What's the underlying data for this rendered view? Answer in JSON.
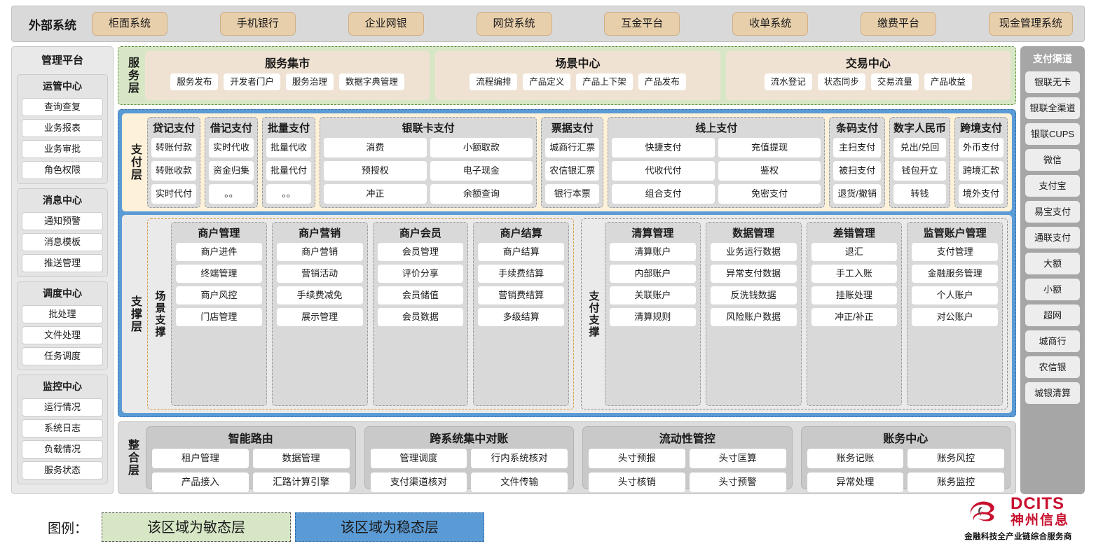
{
  "external": {
    "title": "外部系统",
    "items": [
      "柜面系统",
      "手机银行",
      "企业网银",
      "网贷系统",
      "互金平台",
      "收单系统",
      "缴费平台",
      "现金管理系统"
    ]
  },
  "management": {
    "title": "管理平台",
    "groups": [
      {
        "title": "运管中心",
        "items": [
          "查询查复",
          "业务报表",
          "业务审批",
          "角色权限"
        ]
      },
      {
        "title": "消息中心",
        "items": [
          "通知预警",
          "消息模板",
          "推送管理"
        ]
      },
      {
        "title": "调度中心",
        "items": [
          "批处理",
          "文件处理",
          "任务调度"
        ]
      },
      {
        "title": "监控中心",
        "items": [
          "运行情况",
          "系统日志",
          "负载情况",
          "服务状态"
        ]
      }
    ]
  },
  "service_layer": {
    "label": "服务层",
    "cards": [
      {
        "title": "服务集市",
        "items": [
          "服务发布",
          "开发者门户",
          "服务治理",
          "数据字典管理"
        ]
      },
      {
        "title": "场景中心",
        "items": [
          "流程编排",
          "产品定义",
          "产品上下架",
          "产品发布"
        ]
      },
      {
        "title": "交易中心",
        "items": [
          "流水登记",
          "状态同步",
          "交易流量",
          "产品收益"
        ]
      }
    ]
  },
  "payment_layer": {
    "label": "支付层",
    "columns": [
      {
        "title": "贷记支付",
        "cols": 1,
        "items": [
          "转账付款",
          "转账收款",
          "实时代付"
        ]
      },
      {
        "title": "借记支付",
        "cols": 1,
        "items": [
          "实时代收",
          "资金归集",
          "。。"
        ]
      },
      {
        "title": "批量支付",
        "cols": 1,
        "items": [
          "批量代收",
          "批量代付",
          "。。"
        ]
      },
      {
        "title": "银联卡支付",
        "cols": 2,
        "items": [
          "消费",
          "小额取款",
          "预授权",
          "电子现金",
          "冲正",
          "余额查询"
        ]
      },
      {
        "title": "票据支付",
        "cols": 1,
        "items": [
          "城商行汇票",
          "农信银汇票",
          "银行本票"
        ]
      },
      {
        "title": "线上支付",
        "cols": 2,
        "items": [
          "快捷支付",
          "充值提现",
          "代收代付",
          "鉴权",
          "组合支付",
          "免密支付"
        ]
      },
      {
        "title": "条码支付",
        "cols": 1,
        "items": [
          "主扫支付",
          "被扫支付",
          "退货/撤销"
        ]
      },
      {
        "title": "数字人民币",
        "cols": 1,
        "items": [
          "兑出/兑回",
          "钱包开立",
          "转钱"
        ]
      },
      {
        "title": "跨境支付",
        "cols": 1,
        "items": [
          "外币支付",
          "跨境汇款",
          "境外支付"
        ]
      }
    ]
  },
  "support_layer": {
    "label": "支撑层",
    "groups": [
      {
        "label": "场景支撑",
        "columns": [
          {
            "title": "商户管理",
            "items": [
              "商户进件",
              "终端管理",
              "商户风控",
              "门店管理"
            ]
          },
          {
            "title": "商户营销",
            "items": [
              "商户营销",
              "营销活动",
              "手续费减免",
              "展示管理"
            ]
          },
          {
            "title": "商户会员",
            "items": [
              "会员管理",
              "评价分享",
              "会员储值",
              "会员数据"
            ]
          },
          {
            "title": "商户结算",
            "items": [
              "商户结算",
              "手续费结算",
              "营销费结算",
              "多级结算"
            ]
          }
        ]
      },
      {
        "label": "支付支撑",
        "columns": [
          {
            "title": "清算管理",
            "items": [
              "清算账户",
              "内部账户",
              "关联账户",
              "清算规则"
            ]
          },
          {
            "title": "数据管理",
            "items": [
              "业务运行数据",
              "异常支付数据",
              "反洗钱数据",
              "风险账户数据"
            ]
          },
          {
            "title": "差错管理",
            "items": [
              "退汇",
              "手工入账",
              "挂账处理",
              "冲正/补正"
            ]
          },
          {
            "title": "监管账户管理",
            "items": [
              "支付管理",
              "金融服务管理",
              "个人账户",
              "对公账户"
            ]
          }
        ]
      }
    ]
  },
  "integration_layer": {
    "label": "整合层",
    "cards": [
      {
        "title": "智能路由",
        "items": [
          "租户管理",
          "数据管理",
          "产品接入",
          "汇路计算引擎"
        ]
      },
      {
        "title": "跨系统集中对账",
        "items": [
          "管理调度",
          "行内系统核对",
          "支付渠道核对",
          "文件传输"
        ]
      },
      {
        "title": "流动性管控",
        "items": [
          "头寸预报",
          "头寸匡算",
          "头寸核销",
          "头寸预警"
        ]
      },
      {
        "title": "账务中心",
        "items": [
          "账务记账",
          "账务风控",
          "异常处理",
          "账务监控"
        ]
      }
    ]
  },
  "channels": {
    "title": "支付渠道",
    "items": [
      "银联无卡",
      "银联全渠道",
      "银联CUPS",
      "微信",
      "支付宝",
      "易宝支付",
      "通联支付",
      "大额",
      "小额",
      "超网",
      "城商行",
      "农信银",
      "城银清算"
    ]
  },
  "legend": {
    "label": "图例：",
    "agile": "该区域为敏态层",
    "stable": "该区域为稳态层"
  },
  "brand": {
    "en": "DCITS",
    "cn": "神州信息",
    "tagline": "金融科技全产业链综合服务商"
  },
  "colors": {
    "agile_green": "#d7e7c6",
    "stable_blue": "#5b9bd5",
    "payment_cream": "#fdf2d9",
    "external_chip": "#e8cfab",
    "brand_red": "#c8102e"
  }
}
